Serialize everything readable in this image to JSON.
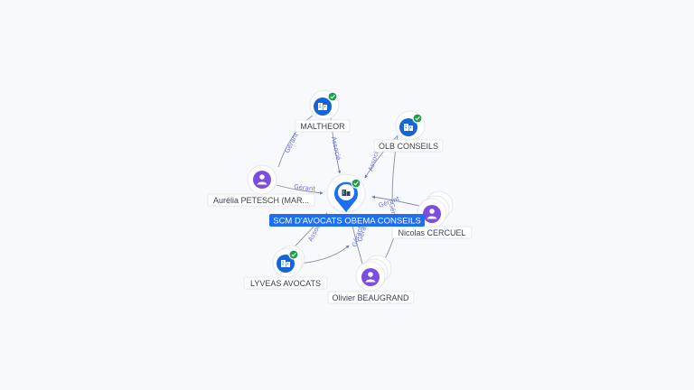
{
  "graph": {
    "center": {
      "label": "SCM D'AVOCATS OBEMA CONSEILS",
      "icon": "building-icon",
      "verified": true
    },
    "nodes": [
      {
        "id": "maltheor",
        "label": "MALTHEOR",
        "kind": "company",
        "icon": "building-icon",
        "verified": true
      },
      {
        "id": "olb",
        "label": "OLB CONSEILS",
        "kind": "company",
        "icon": "building-icon",
        "verified": true
      },
      {
        "id": "aurelia",
        "label": "Aurélia PETESCH (MAR...",
        "kind": "person",
        "icon": "person-icon",
        "verified": false
      },
      {
        "id": "nicolas",
        "label": "Nicolas CERCUEL",
        "kind": "person",
        "icon": "person-icon",
        "verified": false
      },
      {
        "id": "lyveas",
        "label": "LYVEAS AVOCATS",
        "kind": "company",
        "icon": "building-icon",
        "verified": true
      },
      {
        "id": "olivier",
        "label": "Olivier BEAUGRAND",
        "kind": "person",
        "icon": "person-icon",
        "verified": false
      }
    ],
    "edge_labels": [
      "Gérant",
      "Associé",
      "Associé",
      "Gérant",
      "Gérant",
      "Associé",
      "Gérant",
      "Gérant",
      "Gérant"
    ]
  },
  "colors": {
    "company": "#1565d8",
    "person": "#7c4dde",
    "verified_badge": "#1e9e4a",
    "center_label_bg": "#1d6ff2",
    "edge_label": "#6b72d8"
  }
}
